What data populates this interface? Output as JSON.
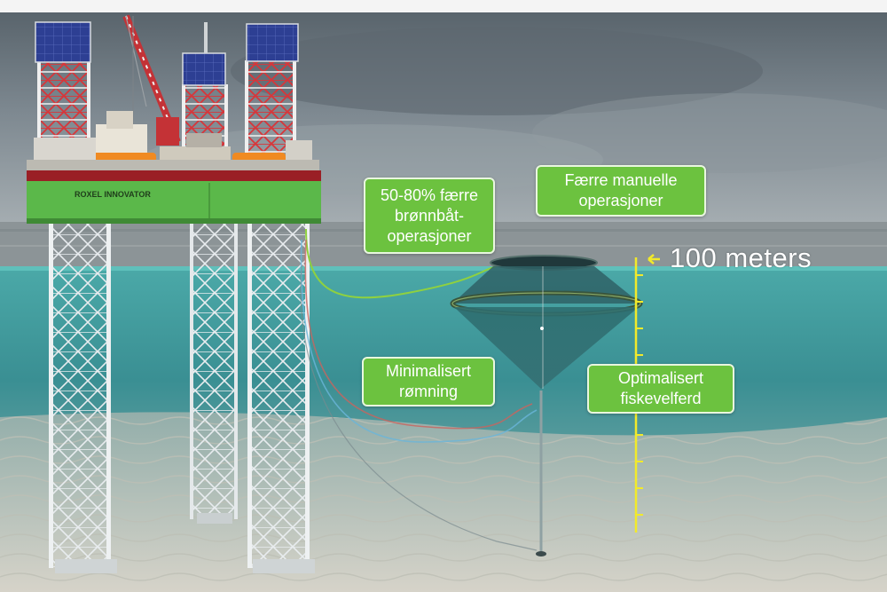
{
  "callouts": {
    "wellboat": "50-80% færre\nbrønnbåt-\noperasjoner",
    "manual": "Færre manuelle\noperasjoner",
    "escape": "Minimalisert\nrømning",
    "welfare": "Optimalisert\nfiskevelferd"
  },
  "depth_marker": {
    "label": "100 meters"
  },
  "platform": {
    "name": "ROXEL INNOVATOR"
  },
  "colors": {
    "callout_green": "#6cc23f",
    "hull_green": "#5bb84a",
    "depth_yellow": "#f2ea2a",
    "sea": "#3f9a9c",
    "sky": "#6f7b84"
  }
}
